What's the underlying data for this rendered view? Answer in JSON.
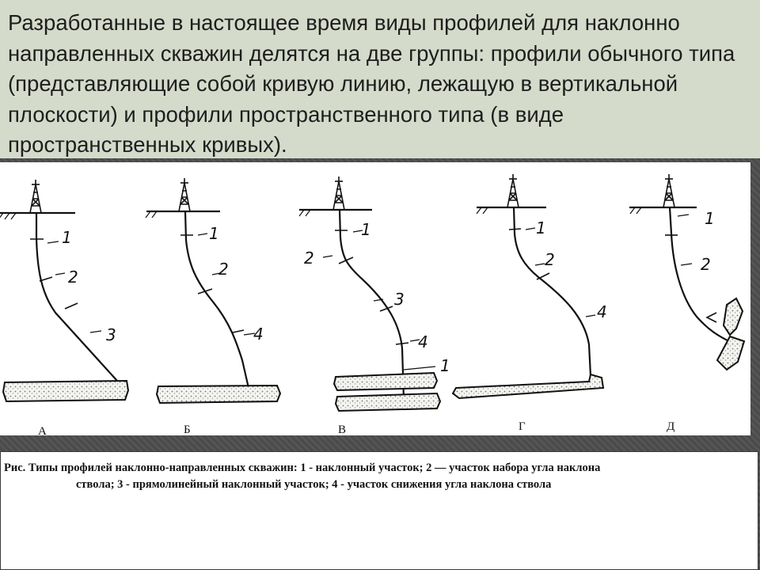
{
  "header": {
    "paragraph": "Разработанные в настоящее время виды профилей для наклонно направленных скважин делятся на две группы: профили обычного типа (представляющие собой кривую линию, лежащую в вертикальной плоскости) и профили пространственного типа (в виде пространственных кривых)."
  },
  "figure": {
    "panels": [
      {
        "label": "А",
        "segments": [
          "1",
          "2",
          "3"
        ]
      },
      {
        "label": "Б",
        "segments": [
          "1",
          "2",
          "4"
        ]
      },
      {
        "label": "В",
        "segments": [
          "1",
          "2",
          "3",
          "4",
          "1"
        ]
      },
      {
        "label": "Г",
        "segments": [
          "1",
          "2",
          "4"
        ]
      },
      {
        "label": "Д",
        "segments": [
          "1",
          "2"
        ]
      }
    ]
  },
  "caption": {
    "line1": "Рис. Типы профилей наклонно-направленных скважин: 1 - наклонный участок; 2 — участок набора угла наклона",
    "line2": "ствола; 3 - прямолинейный наклонный участок; 4 - участок снижения угла наклона ствола"
  }
}
